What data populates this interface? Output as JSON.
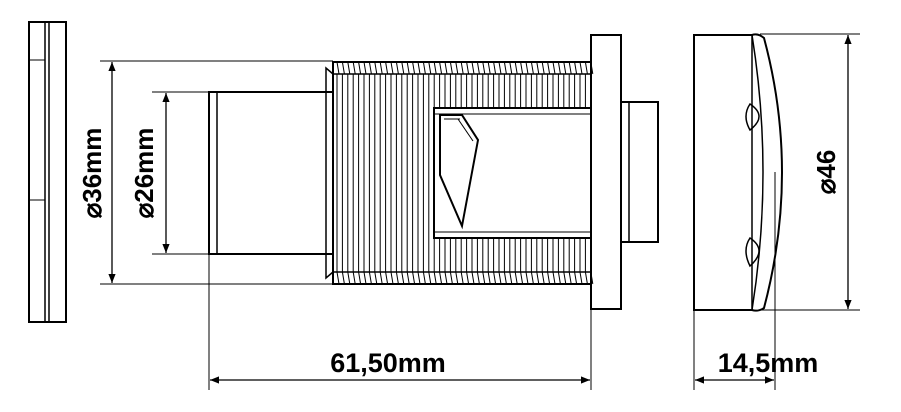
{
  "dimensions": {
    "dia_36": "36mm",
    "dia_26": "26mm",
    "dia_46": "46",
    "length": "61,50mm",
    "width": "14,5mm",
    "dia_symbol": "⌀"
  },
  "colors": {
    "line": "#000000",
    "background": "#ffffff"
  }
}
